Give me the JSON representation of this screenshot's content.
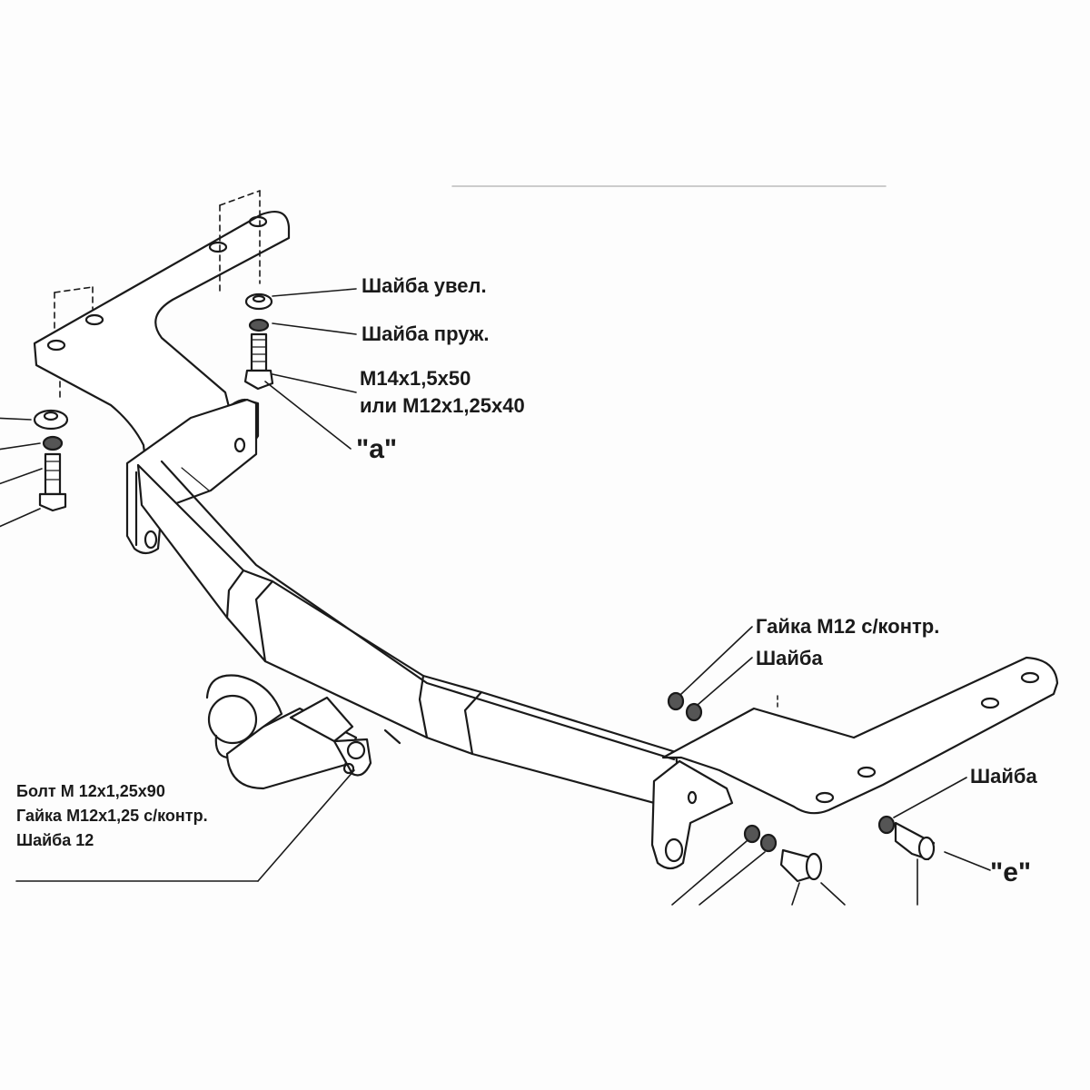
{
  "labels": {
    "washer_large": "Шайба увел.",
    "washer_spring": "Шайба пруж.",
    "bolt_m14": "М14х1,5х50",
    "bolt_m12_alt": "или М12х1,25х40",
    "mark_a": "\"а\"",
    "nut_m12": "Гайка М12 с/контр.",
    "washer_right_top": "Шайба",
    "washer_right": "Шайба",
    "mark_e": "\"е\"",
    "bolt_m12_90": "Болт М 12х1,25х90",
    "nut_m12_125": "Гайка М12х1,25 с/контр.",
    "washer_12": "Шайба 12"
  },
  "colors": {
    "ink": "#1a1a1a",
    "paper": "#fdfdfd"
  }
}
